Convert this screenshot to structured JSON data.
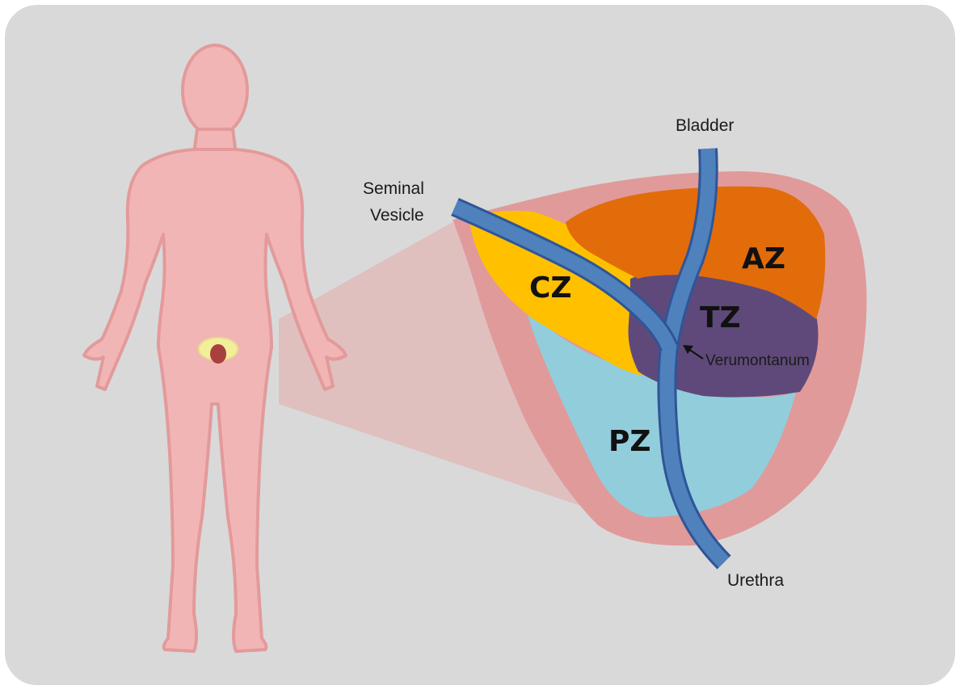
{
  "labels": {
    "bladder": "Bladder",
    "seminal_vesicle_line1": "Seminal",
    "seminal_vesicle_line2": "Vesicle",
    "urethra": "Urethra",
    "verumontanum": "Verumontanum"
  },
  "zones": {
    "az": "AZ",
    "tz": "TZ",
    "cz": "CZ",
    "pz": "PZ"
  },
  "colors": {
    "background": "#d9d9d9",
    "body_fill": "#f2b5b5",
    "body_outline": "#e39a9a",
    "capsule": "#e09a9a",
    "az": "#e36c0a",
    "tz": "#5f497a",
    "cz": "#ffc000",
    "pz": "#92cddc",
    "urethra": "#4f81bd",
    "urethra_outline": "#2f5597"
  }
}
